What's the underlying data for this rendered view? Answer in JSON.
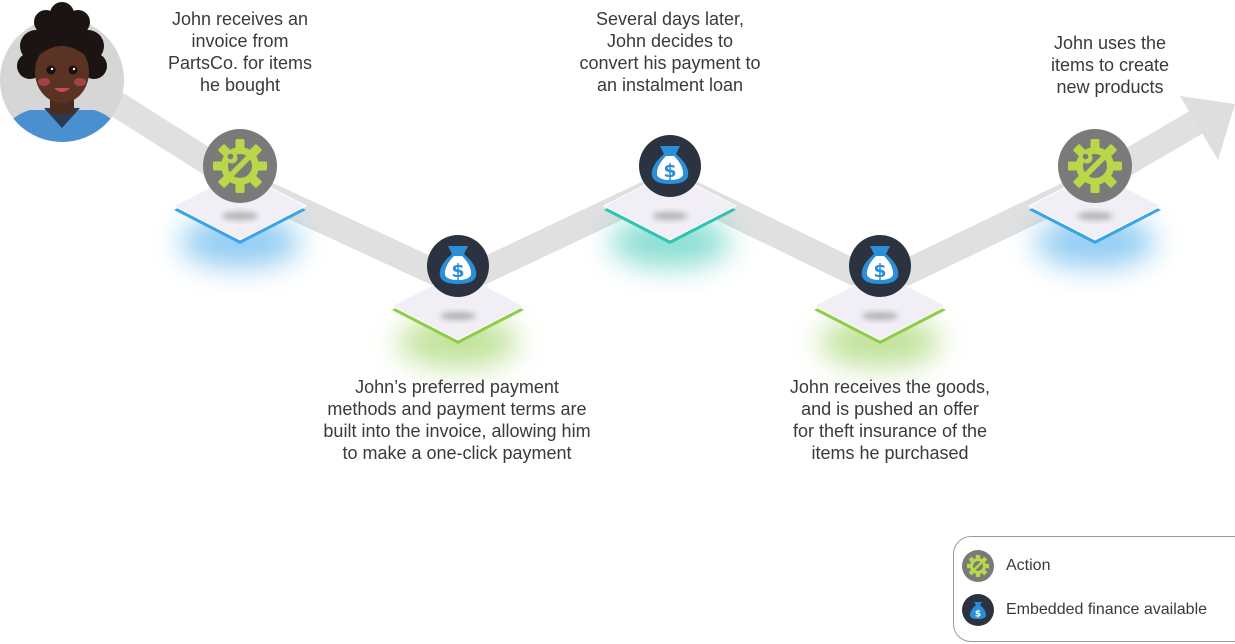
{
  "steps": [
    {
      "kind": "action",
      "caption": [
        "John receives an",
        "invoice from",
        "PartsCo. for items",
        "he bought"
      ]
    },
    {
      "kind": "finance",
      "caption": [
        "John’s preferred payment",
        "methods and payment terms are",
        "built into the invoice, allowing him",
        "to make a one-click payment"
      ]
    },
    {
      "kind": "finance",
      "caption": [
        "Several days later,",
        "John decides to",
        "convert his payment to",
        "an instalment loan"
      ]
    },
    {
      "kind": "finance",
      "caption": [
        "John receives the goods,",
        "and is pushed an offer",
        "for theft insurance of the",
        "items he purchased"
      ]
    },
    {
      "kind": "action",
      "caption": [
        "John uses the",
        "items to create",
        "new products"
      ]
    }
  ],
  "legend": {
    "action_label": "Action",
    "finance_label": "Embedded finance available"
  },
  "icons": {
    "action": "gear-wrench-icon",
    "finance": "money-bag-icon",
    "person": "person-avatar-icon"
  },
  "colors": {
    "path": "#dcdcdc",
    "platform_top": "#f1eef6",
    "glow_blue": "#3aa4e8",
    "glow_green": "#8fcc4a",
    "glow_teal": "#2ec4b0",
    "action_bg": "#7a7a7a",
    "action_gear": "#b8d84a",
    "finance_bg": "#2b3340",
    "finance_bag": "#2a8fd8",
    "avatar_bg": "#d6d6d6",
    "shirt": "#4a8fd0"
  }
}
